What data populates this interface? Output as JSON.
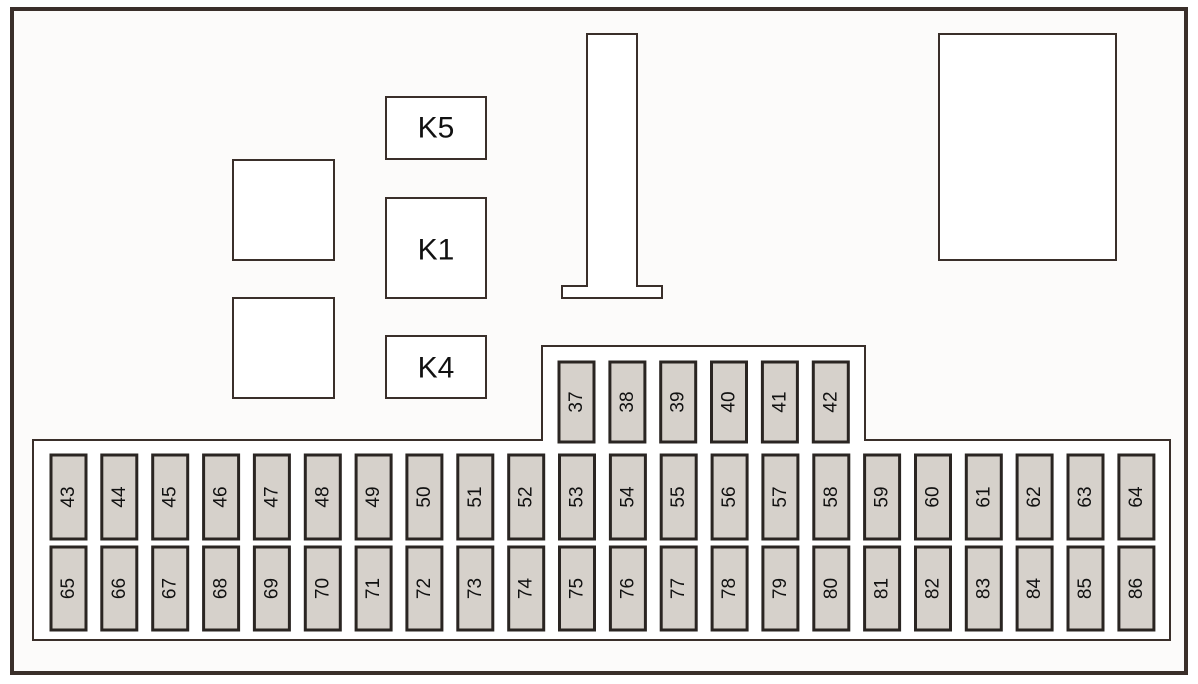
{
  "colors": {
    "background": "#ffffff",
    "panel_fill": "#fcfbfa",
    "outline": "#3a2f2a",
    "fuse_fill": "#d6d1cb",
    "fuse_border": "#2a2522",
    "text": "#111111"
  },
  "relays": {
    "k5": "K5",
    "k1": "K1",
    "k4": "K4"
  },
  "fuses": {
    "top_row": [
      "37",
      "38",
      "39",
      "40",
      "41",
      "42"
    ],
    "middle_row": [
      "43",
      "44",
      "45",
      "46",
      "47",
      "48",
      "49",
      "50",
      "51",
      "52",
      "53",
      "54",
      "55",
      "56",
      "57",
      "58",
      "59",
      "60",
      "61",
      "62",
      "63",
      "64"
    ],
    "bottom_row": [
      "65",
      "66",
      "67",
      "68",
      "69",
      "70",
      "71",
      "72",
      "73",
      "74",
      "75",
      "76",
      "77",
      "78",
      "79",
      "80",
      "81",
      "82",
      "83",
      "84",
      "85",
      "86"
    ]
  }
}
